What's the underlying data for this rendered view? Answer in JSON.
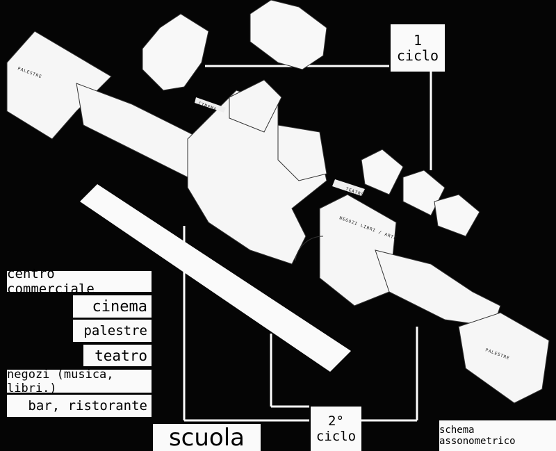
{
  "cycle1": {
    "number": "1",
    "label": "ciclo"
  },
  "cycle2": {
    "number": "2°",
    "label": "ciclo"
  },
  "school": "scuola",
  "caption": "schema assonometrico",
  "legend": [
    "centro commerciale",
    "cinema",
    "palestre",
    "teatro",
    "negozi (musica, libri.)",
    "bar, ristorante"
  ],
  "building_labels": {
    "gym_left": "PALESTRE",
    "cinema": "CINEMA",
    "theatre": "TEATRO",
    "shops": "NEGOZI LIBRI / ARTE",
    "gym_right": "PALESTRE"
  }
}
